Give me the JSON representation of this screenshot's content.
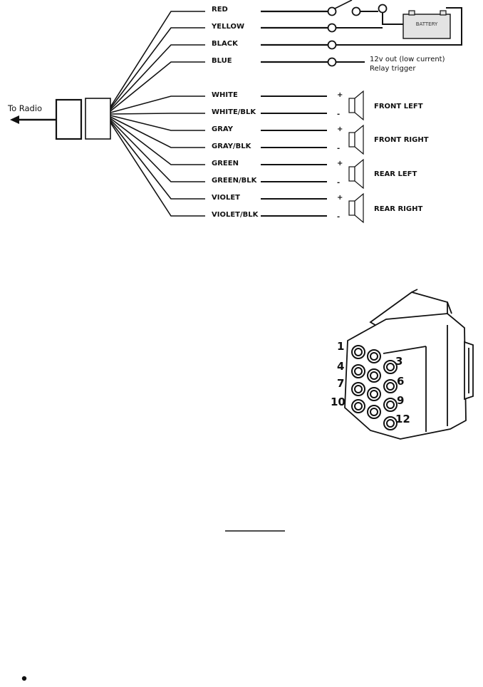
{
  "connector_side": {
    "to_radio_label": "To Radio"
  },
  "wires": [
    {
      "label": "RED"
    },
    {
      "label": "YELLOW"
    },
    {
      "label": "BLACK"
    },
    {
      "label": "BLUE"
    },
    {
      "label": "WHITE"
    },
    {
      "label": "WHITE/BLK"
    },
    {
      "label": "GRAY"
    },
    {
      "label": "GRAY/BLK"
    },
    {
      "label": "GREEN"
    },
    {
      "label": "GREEN/BLK"
    },
    {
      "label": "VIOLET"
    },
    {
      "label": "VIOLET/BLK"
    }
  ],
  "battery": {
    "label": "BATTERY"
  },
  "relay_note": {
    "line1": "12v out (low current)",
    "line2": "Relay trigger"
  },
  "speakers": [
    {
      "label": "FRONT LEFT"
    },
    {
      "label": "FRONT RIGHT"
    },
    {
      "label": "REAR LEFT"
    },
    {
      "label": "REAR RIGHT"
    }
  ],
  "polarity": {
    "plus": "+",
    "minus": "-"
  },
  "pin_numbers": [
    "1",
    "3",
    "4",
    "6",
    "7",
    "9",
    "10",
    "12"
  ],
  "colors": {
    "ink": "#111111",
    "battery_fill": "#e3e3e3",
    "page": "#ffffff"
  }
}
